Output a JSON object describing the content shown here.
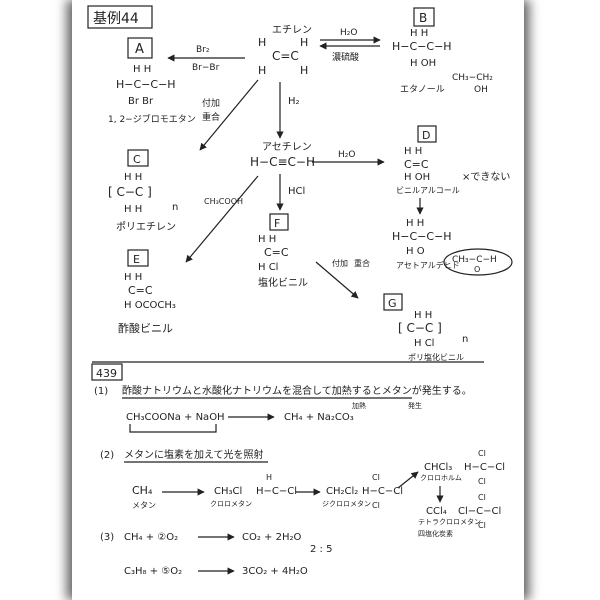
{
  "header": {
    "title": "基例44"
  },
  "top": {
    "ethylene": {
      "name": "エチレン",
      "atoms": [
        "H",
        "H",
        "C=C",
        "H",
        "H"
      ]
    },
    "to_a": {
      "above": "Br₂",
      "below": "Br−Br"
    },
    "to_b": {
      "above": "H₂O",
      "below": "濃硫酸"
    },
    "box_a": "A",
    "a_struct": {
      "row1": "H  H",
      "row2": "H−C−C−H",
      "row3": "Br  Br",
      "name": "1, 2−ジブロモエタン"
    },
    "box_b": "B",
    "b_struct": {
      "row1": "H  H",
      "row2": "H−C−C−H",
      "row3": "H  OH",
      "name": "エタノール",
      "alt1": "CH₃−CH₂",
      "alt2": "OH"
    },
    "poly_label_1": "付加",
    "poly_label_2": "重合",
    "h2_label": "H₂",
    "acetylene": {
      "name": "アセチレン",
      "formula": "H−C≡C−H"
    },
    "to_d": "H₂O",
    "box_d": "D",
    "d_struct": {
      "row1": "H  H",
      "row2": "C=C",
      "row3": "H  OH",
      "name": "ビニルアルコール",
      "note": "×できない"
    },
    "e_struct": {
      "row1": "H  H",
      "row2": "H−C−C−H",
      "row3": "H  O",
      "name": "アセトアルデヒド",
      "circled": "CH₃−C−H",
      "circled2": "O"
    },
    "box_c": "C",
    "c_struct": {
      "row1": "H  H",
      "row2": "[ C−C ]",
      "row3": "H  H",
      "n": "n",
      "name": "ポリエチレン"
    },
    "acetic_label": "CH₃COOH",
    "hcl_label": "HCl",
    "box_f": "F",
    "f_struct": {
      "row1": "H  H",
      "row2": "C=C",
      "row3": "H  Cl",
      "name": "塩化ビニル"
    },
    "to_g_1": "付加",
    "to_g_2": "重合",
    "box_e": "E",
    "ev_struct": {
      "row1": "H  H",
      "row2": "C=C",
      "row3": "H  OCOCH₃",
      "name": "酢酸ビニル"
    },
    "box_g": "G",
    "g_struct": {
      "row1": "H  H",
      "row2": "[ C−C ]",
      "row3": "H  Cl",
      "n": "n",
      "name": "ポリ塩化ビニル"
    }
  },
  "problem": {
    "number": "439",
    "p1": {
      "label": "(1)",
      "text": "酢酸ナトリウムと水酸化ナトリウムを混合して加熱するとメタンが発生する。",
      "small_1": "加熱",
      "small_2": "発生",
      "reactants": "CH₃COONa  +  NaOH",
      "products": "CH₄  +  Na₂CO₃"
    },
    "p2": {
      "label": "(2)",
      "text": "メタンに塩素を加えて光を照射",
      "ch4": "CH₄",
      "ch4_name": "メタン",
      "ch3cl": "CH₃Cl",
      "ch3cl_name": "クロロメタン",
      "ch3cl_struct": "H−C−Cl",
      "ch2cl2": "CH₂Cl₂",
      "ch2cl2_name": "ジクロロメタン",
      "ch2cl2_struct": "H−C−Cl",
      "chcl3": "CHCl₃",
      "chcl3_name": "クロロホルム",
      "chcl3_struct": "H−C−Cl",
      "ccl4": "CCl₄",
      "ccl4_name1": "テトラクロロメタン",
      "ccl4_name2": "四塩化炭素",
      "ccl4_struct": "Cl−C−Cl",
      "cl_top": "Cl",
      "cl_bottom": "Cl",
      "h_top": "H"
    },
    "p3": {
      "label": "(3)",
      "eq1_left": "CH₄ + ②O₂",
      "eq1_right": "CO₂ + 2H₂O",
      "ratio": "2 : 5",
      "eq2_left": "C₃H₈ + ⑤O₂",
      "eq2_right": "3CO₂ + 4H₂O"
    }
  }
}
